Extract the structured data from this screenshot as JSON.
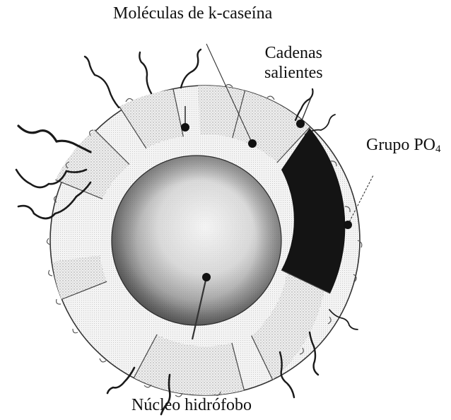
{
  "labels": {
    "casein_molecules": "Moléculas de k-caseína",
    "protruding_chains_line1": "Cadenas",
    "protruding_chains_line2": "salientes",
    "phosphate_group_prefix": "Grupo PO",
    "phosphate_group_subscript": "4",
    "hydrophobic_core": "Núcleo hidrófobo"
  },
  "colors": {
    "ink": "#111111",
    "ring_light": "#f2f2f2",
    "ring_stipple": "#d9d9d9",
    "phosphate_segment": "#141414",
    "core_gradient_center": "#f4f4f4",
    "core_gradient_edge": "#1e1e1e"
  }
}
